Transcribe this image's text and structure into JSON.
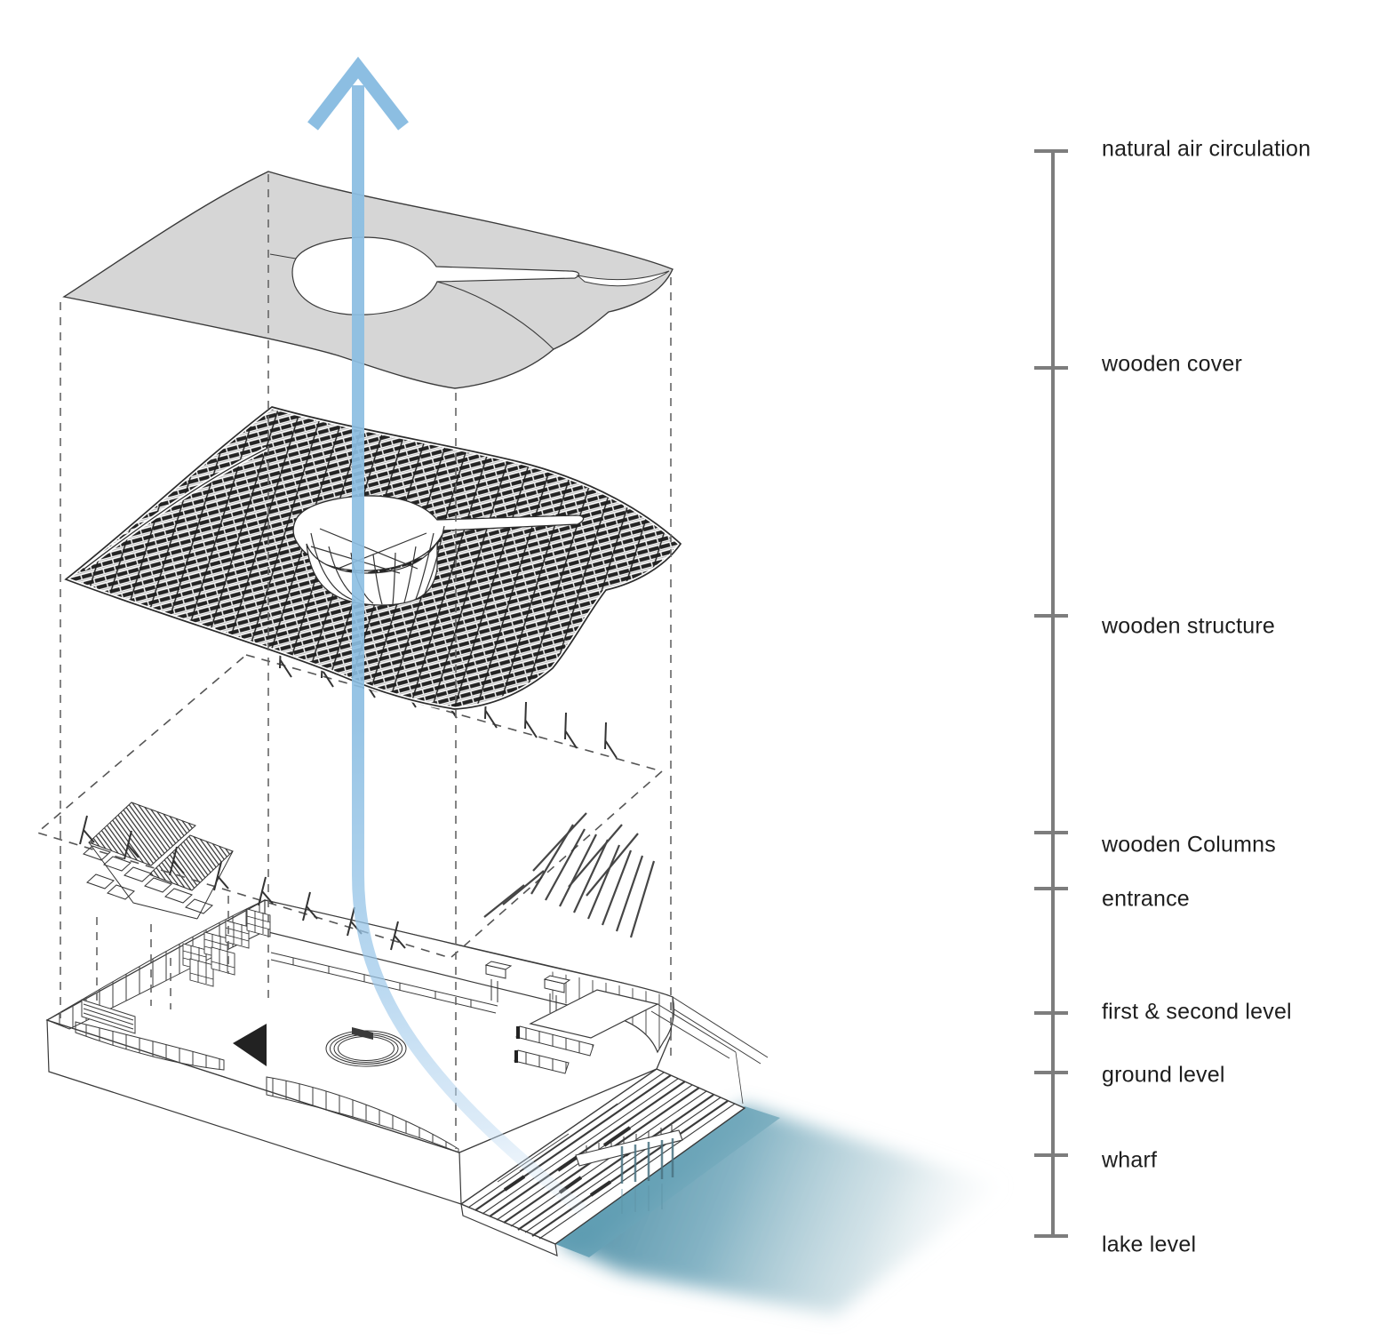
{
  "axis": {
    "labels": [
      {
        "text": "natural air circulation"
      },
      {
        "text": "wooden cover"
      },
      {
        "text": "wooden structure"
      },
      {
        "text": "wooden Columns"
      },
      {
        "text": "entrance"
      },
      {
        "text": "first & second level"
      },
      {
        "text": "ground level"
      },
      {
        "text": "wharf"
      },
      {
        "text": "lake level"
      }
    ]
  },
  "diagram": {
    "icons": [
      {
        "name": "air-flow-arrow-icon"
      }
    ],
    "colors": {
      "accent_blue": "#8CBEE2",
      "water_teal": "#4E93AB",
      "cover_gray": "#D6D6D6",
      "axis_gray": "#7D7D7D",
      "ink": "#1D1D1D"
    }
  }
}
